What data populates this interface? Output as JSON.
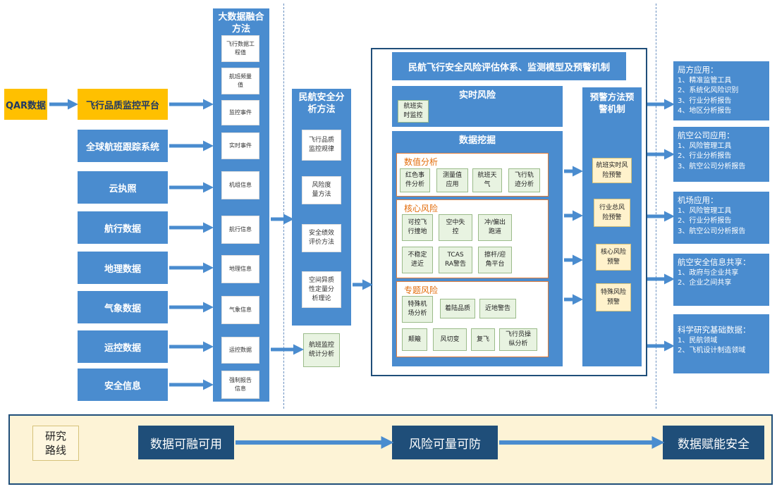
{
  "sources": [
    {
      "label": "QAR数据",
      "style": "yellow"
    },
    {
      "label": "飞行品质监控平台",
      "style": "yellow"
    },
    {
      "label": "全球航班跟踪系统",
      "style": "blue"
    },
    {
      "label": "云执照",
      "style": "blue"
    },
    {
      "label": "航行数据",
      "style": "blue"
    },
    {
      "label": "地理数据",
      "style": "blue"
    },
    {
      "label": "气象数据",
      "style": "blue"
    },
    {
      "label": "运控数据",
      "style": "blue"
    },
    {
      "label": "安全信息",
      "style": "blue"
    }
  ],
  "bigdata": {
    "title": "大数据融合方法",
    "items": [
      "飞行数据工程值",
      "航班频量值",
      "监控事件",
      "实时事件",
      "机组信息",
      "航行信息",
      "地理信息",
      "气象信息",
      "运控数据",
      "强制报告信息"
    ]
  },
  "safety_methods": {
    "title": "民航安全分析方法",
    "items": [
      "飞行品质监控规律",
      "风险度量方法",
      "安全绩效评价方法",
      "空间异质性定量分析理论"
    ]
  },
  "flight_monitor_stats": "航班监控统计分析",
  "main_system": {
    "title": "民航飞行安全风险评估体系、监测模型及预警机制",
    "realtime": {
      "title": "实时风险",
      "item": "航班实时监控"
    },
    "mining": {
      "title": "数据挖掘",
      "numeric": {
        "title": "数值分析",
        "items": [
          "红色事件分析",
          "测量值应用",
          "航班天气",
          "飞行轨迹分析"
        ]
      },
      "core": {
        "title": "核心风险",
        "items": [
          "可控飞行撞地",
          "空中失控",
          "冲/偏出跑道",
          "不稳定进近",
          "TCAS RA警告",
          "擦杆/迎角平台"
        ]
      },
      "special": {
        "title": "专题风险",
        "items": [
          "特殊机场分析",
          "着陆品质",
          "近地警告",
          "颠簸",
          "风切变",
          "复飞",
          "飞行员操纵分析"
        ]
      }
    },
    "warning": {
      "title": "预警方法预警机制",
      "items": [
        "航班实时风险预警",
        "行业总风险预警",
        "核心风险预警",
        "特殊风险预警"
      ]
    }
  },
  "applications": [
    {
      "title": "局方应用：",
      "items": [
        "1、精准监管工具",
        "2、系统化风险识别",
        "3、行业分析报告",
        "4、地区分析报告"
      ]
    },
    {
      "title": "航空公司应用：",
      "items": [
        "1、风险管理工具",
        "2、行业分析报告",
        "3、航空公司分析报告"
      ]
    },
    {
      "title": "机场应用：",
      "items": [
        "1、风险管理工具",
        "2、行业分析报告",
        "3、航空公司分析报告"
      ]
    },
    {
      "title": "航空安全信息共享：",
      "items": [
        "1、政府与企业共享",
        "2、企业之间共享"
      ]
    },
    {
      "title": "科学研究基础数据：",
      "items": [
        "1、民航领域",
        "2、飞机设计制造领域"
      ]
    }
  ],
  "research": {
    "label": "研究路线",
    "steps": [
      "数据可融可用",
      "风险可量可防",
      "数据赋能安全"
    ]
  },
  "colors": {
    "blue": "#4a8ccf",
    "yellow": "#ffc000",
    "navy": "#1f4e79",
    "orange": "#e07b39",
    "cream": "#fff2cc",
    "green": "#e8f3e1"
  }
}
